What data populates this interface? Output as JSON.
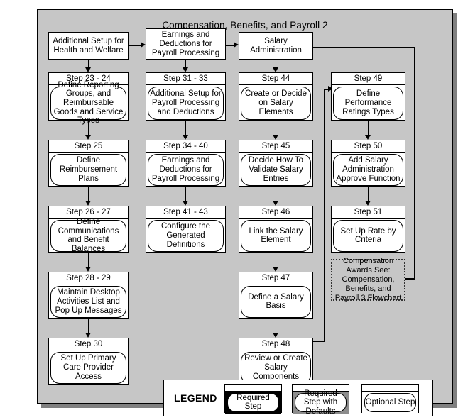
{
  "diagram": {
    "title": "Compensation, Benefits, and Payroll 2",
    "top_row": [
      {
        "id": "top-1",
        "label": "Additional Setup for Health and Welfare"
      },
      {
        "id": "top-2",
        "label": "Earnings and Deductions for Payroll Processing"
      },
      {
        "id": "top-3",
        "label": "Salary Administration"
      }
    ],
    "columns": [
      {
        "id": "column-1",
        "nodes": [
          {
            "step": "Step 23 - 24",
            "label": "Define Reporting Groups, and Reimbursable Goods and Service Types"
          },
          {
            "step": "Step 25",
            "label": "Define Reimbursement Plans"
          },
          {
            "step": "Step 26 - 27",
            "label": "Define Communications and Benefit Balances"
          },
          {
            "step": "Step 28 - 29",
            "label": "Maintain Desktop Activities List and Pop Up Messages"
          },
          {
            "step": "Step 30",
            "label": "Set Up Primary Care Provider Access"
          }
        ]
      },
      {
        "id": "column-2",
        "nodes": [
          {
            "step": "Step 31 - 33",
            "label": "Additional Setup for Payroll Processing and Deductions"
          },
          {
            "step": "Step 34 - 40",
            "label": "Earnings and Deductions for Payroll Processing"
          },
          {
            "step": "Step 41 - 43",
            "label": "Configure the Generated Definitions"
          }
        ]
      },
      {
        "id": "column-3",
        "nodes": [
          {
            "step": "Step 44",
            "label": "Create or Decide on Salary Elements"
          },
          {
            "step": "Step 45",
            "label": "Decide How To Validate Salary Entries"
          },
          {
            "step": "Step 46",
            "label": "Link the Salary Element"
          },
          {
            "step": "Step 47",
            "label": "Define a Salary Basis"
          },
          {
            "step": "Step 48",
            "label": "Review or Create Salary Components"
          }
        ]
      },
      {
        "id": "column-4",
        "nodes": [
          {
            "step": "Step 49",
            "label": "Define Performance Ratings Types"
          },
          {
            "step": "Step 50",
            "label": "Add Salary Administration Approve Function"
          },
          {
            "step": "Step 51",
            "label": "Set Up Rate by Criteria"
          }
        ],
        "reference": {
          "id": "compensation-awards-reference",
          "label": "Compensation Awards See: Compensation, Benefits, and Payroll 3 Flowchart"
        }
      }
    ]
  },
  "legend": {
    "title": "LEGEND",
    "items": [
      {
        "id": "legend-required-step",
        "label": "Required Step",
        "fill": "#000000"
      },
      {
        "id": "legend-required-step-defaults",
        "label": "Required Step with Defaults",
        "fill": "#8c8c8c"
      },
      {
        "id": "legend-optional-step",
        "label": "Optional Step",
        "fill": "#ffffff"
      }
    ]
  },
  "colors": {
    "panel_background": "#c6c6c6",
    "node_background": "#ffffff",
    "line": "#000000",
    "shadow": "#808080"
  }
}
